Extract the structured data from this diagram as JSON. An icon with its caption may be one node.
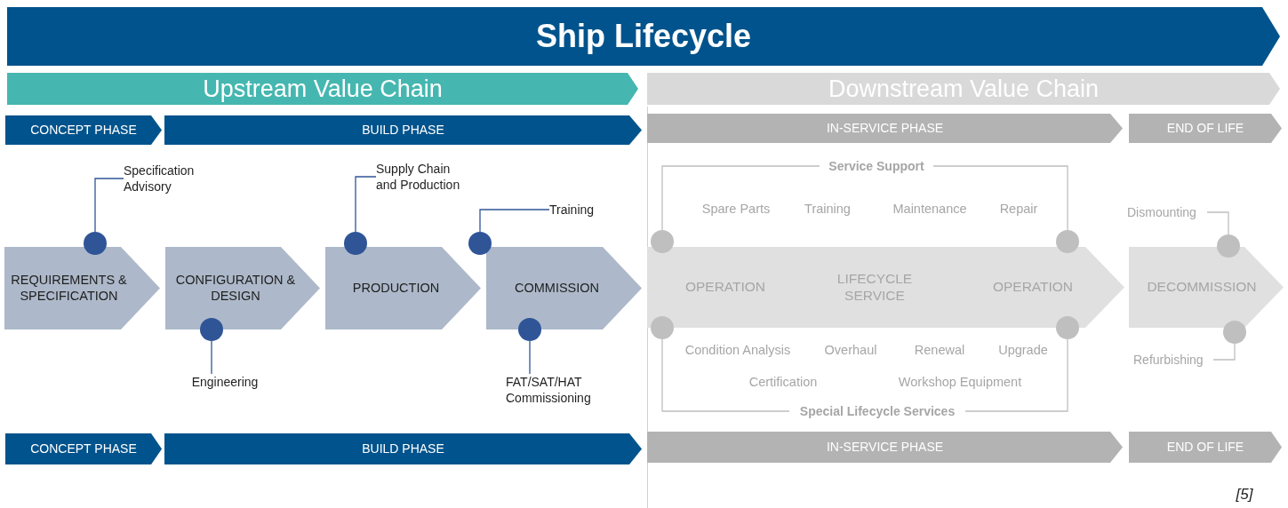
{
  "diagram": {
    "nodes": [
      {
        "text": [
          "Ship Lifecycle"
        ]
      },
      {
        "text": [
          "Upstream Value Chain"
        ]
      },
      {
        "text": [
          "Downstream Value Chain"
        ]
      },
      {
        "text": [
          "CONCEPT PHASE"
        ]
      },
      {
        "text": [
          "BUILD PHASE"
        ]
      },
      {
        "text": [
          "IN-SERVICE PHASE"
        ]
      },
      {
        "text": [
          "END OF LIFE"
        ]
      },
      {
        "text": [
          "Specification Advisory"
        ]
      },
      {
        "text": [
          "Supply Chain and Production"
        ]
      },
      {
        "text": [
          "Training"
        ]
      },
      {
        "text": [
          "REQUIREMENTS & SPECIFICATION"
        ]
      },
      {
        "text": [
          "CONFIGURATION & DESIGN"
        ]
      },
      {
        "text": [
          "PRODUCTION"
        ]
      },
      {
        "text": [
          "COMMISSION"
        ]
      },
      {
        "text": [
          "Engineering"
        ]
      },
      {
        "text": [
          "FAT/SAT/HAT Commissioning"
        ]
      },
      {
        "text": [],
        "shape": "circle"
      },
      {
        "text": [],
        "shape": "circle"
      },
      {
        "text": [],
        "shape": "circle"
      },
      {
        "text": [],
        "shape": "circle"
      },
      {
        "text": [],
        "shape": "circle"
      },
      {
        "text": [
          "Service Support"
        ]
      },
      {
        "text": [
          "OPERATION",
          "LIFECYCLE SERVICE",
          "OPERATION"
        ]
      },
      {
        "text": [
          "DECOMMISSION"
        ]
      },
      {
        "text": [
          "Dismounting"
        ]
      },
      {
        "text": [
          "Refurbishing"
        ]
      },
      {
        "text": [
          "Special Lifecycle Services"
        ]
      },
      {
        "text": [],
        "shape": "circle"
      },
      {
        "text": [],
        "shape": "circle"
      },
      {
        "text": [],
        "shape": "circle"
      },
      {
        "text": [],
        "shape": "circle"
      },
      {
        "text": [],
        "shape": "circle"
      },
      {
        "text": [],
        "shape": "circle"
      },
      {
        "text": [
          "CONCEPT PHASE"
        ]
      },
      {
        "text": [
          "BUILD PHASE"
        ]
      },
      {
        "text": [
          "IN-SERVICE PHASE"
        ]
      },
      {
        "text": [
          "END OF LIFE"
        ]
      }
    ],
    "edges": [
      {
        "from": 7,
        "to": 16,
        "arrow": "none",
        "color": "#2f5597"
      },
      {
        "from": 8,
        "to": 17,
        "arrow": "none",
        "color": "#2f5597"
      },
      {
        "from": 9,
        "to": 18,
        "arrow": "none",
        "color": "#2f5597"
      },
      {
        "from": 14,
        "to": 19,
        "arrow": "none",
        "color": "#2f5597"
      },
      {
        "from": 15,
        "to": 20,
        "arrow": "none",
        "color": "#2f5597"
      },
      {
        "from": 21,
        "to": 27,
        "arrow": "none"
      },
      {
        "from": 21,
        "to": 28,
        "arrow": "none"
      },
      {
        "from": 26,
        "to": 29,
        "arrow": "none"
      },
      {
        "from": 26,
        "to": 30,
        "arrow": "none"
      },
      {
        "from": 24,
        "to": 31,
        "arrow": "none"
      },
      {
        "from": 25,
        "to": 32,
        "arrow": "none"
      }
    ],
    "labels": [
      "Spare Parts",
      "Training",
      "Maintenance",
      "Repair",
      "Condition Analysis",
      "Overhaul",
      "Renewal",
      "Upgrade",
      "Certification",
      "Workshop Equipment",
      "[5]"
    ]
  }
}
